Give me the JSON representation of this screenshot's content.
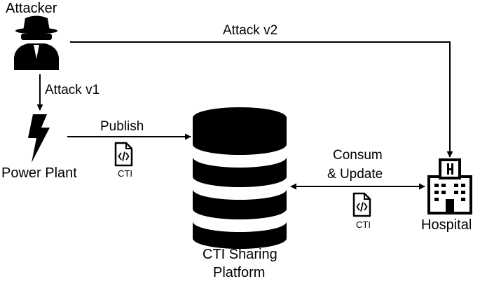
{
  "nodes": {
    "attacker": {
      "label": "Attacker",
      "icon": "spy-icon"
    },
    "power_plant": {
      "label": "Power Plant",
      "icon": "lightning-icon"
    },
    "cti_platform": {
      "label_line1": "CTI Sharing",
      "label_line2": "Platform",
      "icon": "database-icon"
    },
    "hospital": {
      "label": "Hospital",
      "icon": "hospital-building-icon"
    }
  },
  "edges": {
    "attack_v1": "Attack v1",
    "attack_v2": "Attack v2",
    "publish": "Publish",
    "consume_line1": "Consum",
    "consume_line2": "& Update"
  },
  "documents": {
    "publish_doc": {
      "label": "CTI",
      "icon": "code-file-icon"
    },
    "consume_doc": {
      "label": "CTI",
      "icon": "code-file-icon"
    }
  },
  "colors": {
    "ink": "#000000",
    "background": "#ffffff"
  }
}
